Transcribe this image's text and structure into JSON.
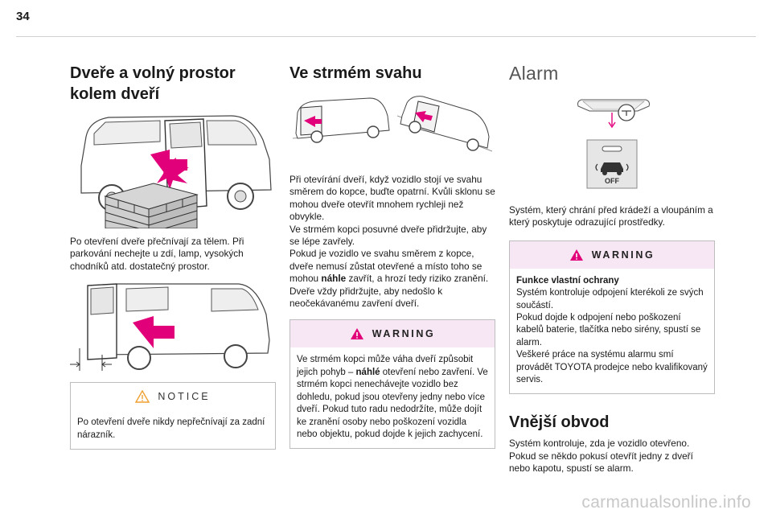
{
  "page_number": "34",
  "col1": {
    "title": "Dveře a volný prostor kolem dveří",
    "para": "Po otevření dveře přečnívají za tělem. Při parkování nechejte u zdí, lamp, vysokých chodníků atd. dostatečný prostor.",
    "notice": {
      "label": "NOTICE",
      "text": "Po otevření dveře nikdy nepřečnívají za zadní nárazník."
    }
  },
  "col2": {
    "title": "Ve strmém svahu",
    "para1": "Při otevírání dveří, když vozidlo stojí ve svahu směrem do kopce, buďte opatrní. Kvůli sklonu se mohou dveře otevřít mnohem rychleji než obvykle.",
    "para2": "Ve strmém kopci posuvné dveře přidržujte, aby se lépe zavřely.",
    "para3_pre": "Pokud je vozidlo ve svahu směrem z kopce, dveře nemusí zůstat otevřené a místo toho se mohou ",
    "para3_bold": "náhle",
    "para3_post": " zavřít, a hrozí tedy riziko zranění. Dveře vždy přidržujte, aby nedošlo k neočekávanému zavření dveří.",
    "warning": {
      "label": "WARNING",
      "text_pre": "Ve strmém kopci může váha dveří způsobit jejich pohyb – ",
      "text_bold": "náhlé",
      "text_post": " otevření nebo zavření. Ve strmém kopci nenechávejte vozidlo bez dohledu, pokud jsou otevřeny jedny nebo více dveří. Pokud tuto radu nedodržíte, může dojít ke zranění osoby nebo poškození vozidla nebo objektu, pokud dojde k jejich zachycení."
    }
  },
  "col3": {
    "title": "Alarm",
    "off_label": "OFF",
    "para": "Systém, který chrání před krádeží a vloupáním a který poskytuje odrazující prostředky.",
    "warning": {
      "label": "WARNING",
      "heading": "Funkce vlastní ochrany",
      "text1": "Systém kontroluje odpojení kterékoli ze svých součástí.",
      "text2": "Pokud dojde k odpojení nebo poškození kabelů baterie, tlačítka nebo sirény, spustí se alarm.",
      "text3": "Veškeré práce na systému alarmu smí provádět TOYOTA prodejce nebo kvalifikovaný servis."
    },
    "subtitle": "Vnější obvod",
    "para2": "Systém kontroluje, zda je vozidlo otevřeno. Pokud se někdo pokusí otevřít jedny z dveří nebo kapotu, spustí se alarm."
  },
  "watermark": "carmanualsonline.info",
  "colors": {
    "accent_pink": "#e2007a",
    "box_header_bg": "#f7e6f3",
    "notice_triangle": "#f0a030"
  }
}
